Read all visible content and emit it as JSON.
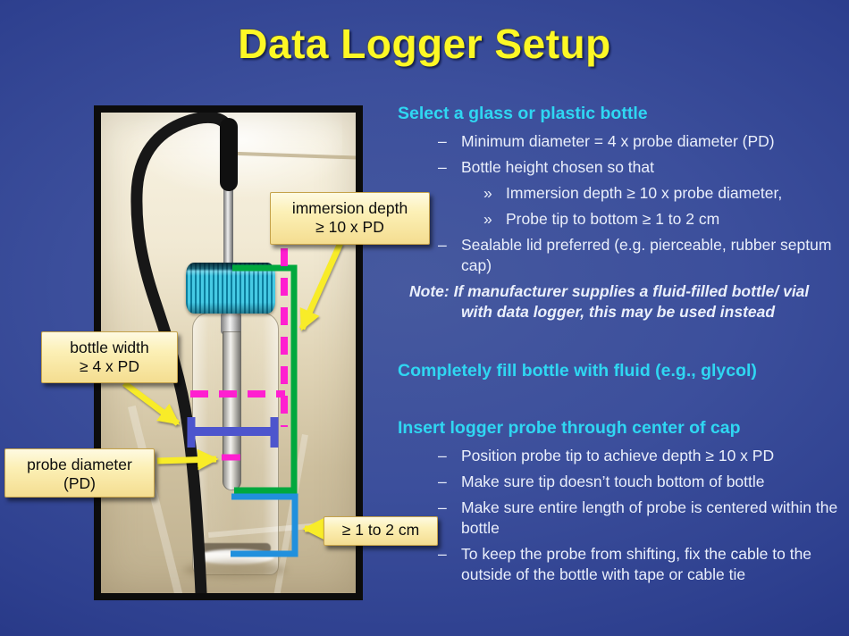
{
  "slide": {
    "title": "Data Logger Setup"
  },
  "photo": {
    "description": "Photograph of a glass bottle with blue ribbed cap; a data logger probe on a black cable is inserted through the center of the cap, probe tip near but not touching the bottle bottom",
    "callouts": [
      {
        "id": "immersion-depth",
        "lines": [
          "immersion depth",
          "≥ 10 x PD"
        ]
      },
      {
        "id": "bottle-width",
        "lines": [
          "bottle width",
          "≥ 4 x PD"
        ]
      },
      {
        "id": "probe-diameter",
        "lines": [
          "probe diameter",
          "(PD)"
        ]
      },
      {
        "id": "tip-gap",
        "lines": [
          "≥ 1 to 2 cm"
        ]
      }
    ],
    "measure_lines": [
      {
        "name": "immersion-depth-line",
        "color": "#00a83e",
        "style": "solid-L"
      },
      {
        "name": "bottle-height-line",
        "color": "#ff1fd0",
        "style": "dashed-vertical"
      },
      {
        "name": "bottle-width-line",
        "color": "#ff1fd0",
        "style": "dashed-horizontal"
      },
      {
        "name": "bottle-width-bar",
        "color": "#4d55cd",
        "style": "capped-bar"
      },
      {
        "name": "probe-diameter-mark",
        "color": "#ff1fd0",
        "style": "short-solid"
      },
      {
        "name": "tip-to-bottom-line",
        "color": "#2090dd",
        "style": "solid-bracket"
      }
    ]
  },
  "content": {
    "sections": [
      {
        "heading": "Select a glass or plastic bottle",
        "items": [
          {
            "level": 1,
            "marker": "–",
            "text": "Minimum diameter = 4 x probe diameter (PD)"
          },
          {
            "level": 1,
            "marker": "–",
            "text": "Bottle height chosen so that"
          },
          {
            "level": 2,
            "marker": "»",
            "text": "Immersion depth ≥ 10 x probe diameter,"
          },
          {
            "level": 2,
            "marker": "»",
            "text": "Probe tip to bottom ≥ 1 to 2 cm"
          },
          {
            "level": 1,
            "marker": "–",
            "text": "Sealable lid preferred (e.g. pierceable, rubber septum cap)"
          },
          {
            "level": "note",
            "text": "Note: If manufacturer supplies a fluid-filled bottle/ vial with data logger, this may be used instead"
          }
        ]
      },
      {
        "heading": "Completely fill bottle with fluid (e.g., glycol)",
        "items": []
      },
      {
        "heading": "Insert logger probe through center of cap",
        "items": [
          {
            "level": 1,
            "marker": "–",
            "text": "Position probe tip to achieve depth ≥ 10 x PD"
          },
          {
            "level": 1,
            "marker": "–",
            "text": "Make sure tip doesn’t touch bottom of bottle"
          },
          {
            "level": 1,
            "marker": "–",
            "text": "Make sure entire length  of probe is centered within the bottle"
          },
          {
            "level": 1,
            "marker": "–",
            "text": "To keep the probe from shifting, fix the cable to the outside of the bottle with tape or cable tie"
          }
        ]
      }
    ]
  },
  "colors": {
    "background_center": "#46599f",
    "background_edge": "#141f60",
    "title_yellow": "#fdf825",
    "heading_cyan": "#2fd7f2",
    "body_text": "#eaeffb",
    "callout_fill": "#fcf0b6",
    "callout_border": "#c5a24a",
    "arrow_yellow": "#f8ec28",
    "line_magenta": "#ff1fd0",
    "line_green": "#00a83e",
    "line_blue": "#2090dd",
    "bar_blue": "#4d55cd",
    "cap_teal": "#2bb3d0"
  }
}
